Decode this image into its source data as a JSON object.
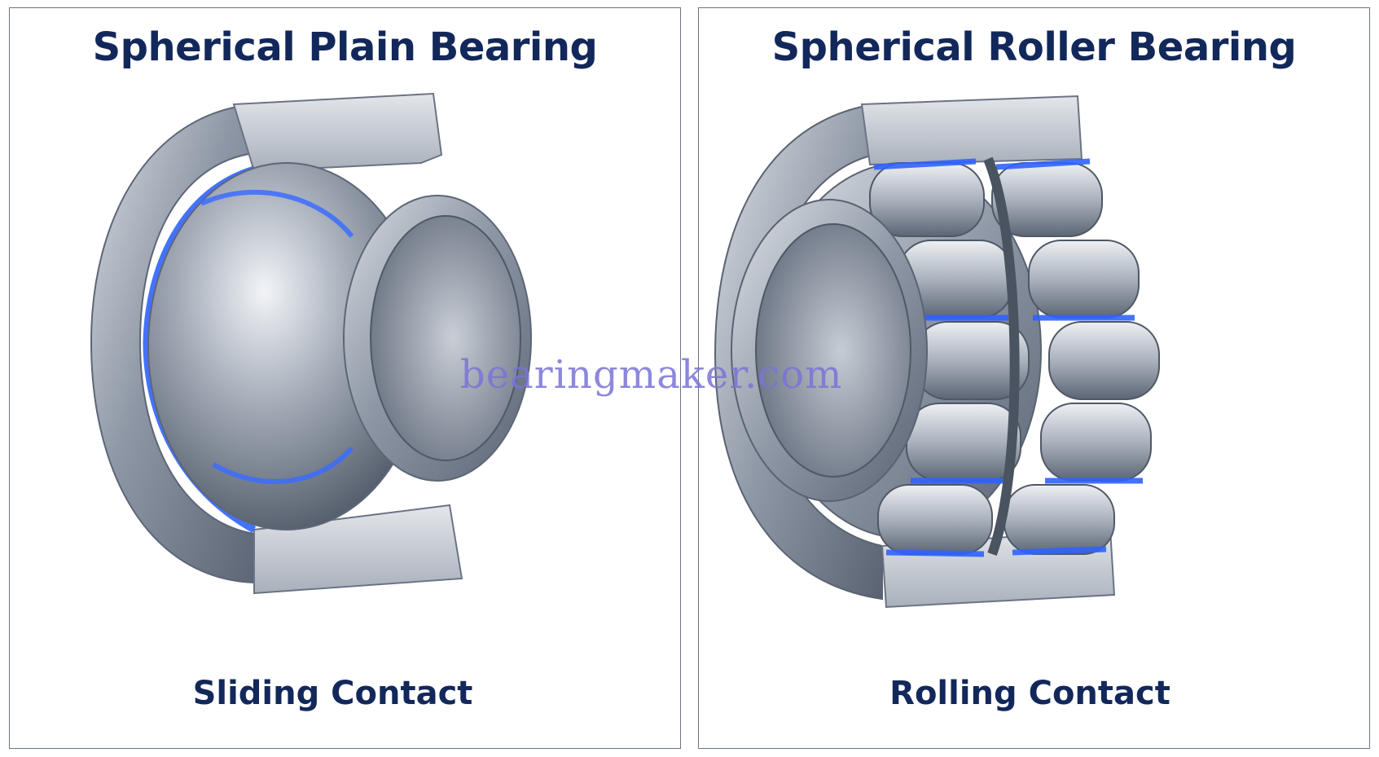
{
  "panels": [
    {
      "title": "Spherical Plain Bearing",
      "caption": "Sliding Contact"
    },
    {
      "title": "Spherical Roller Bearing",
      "caption": "Rolling Contact"
    }
  ],
  "watermark": "bearingmaker.com",
  "colors": {
    "title": "#13285a",
    "highlight": "#2f63ff",
    "steel": "#9aa3b0",
    "border": "#6b7385"
  },
  "icons": {
    "left": "spherical-plain-bearing-illustration",
    "right": "spherical-roller-bearing-illustration"
  }
}
